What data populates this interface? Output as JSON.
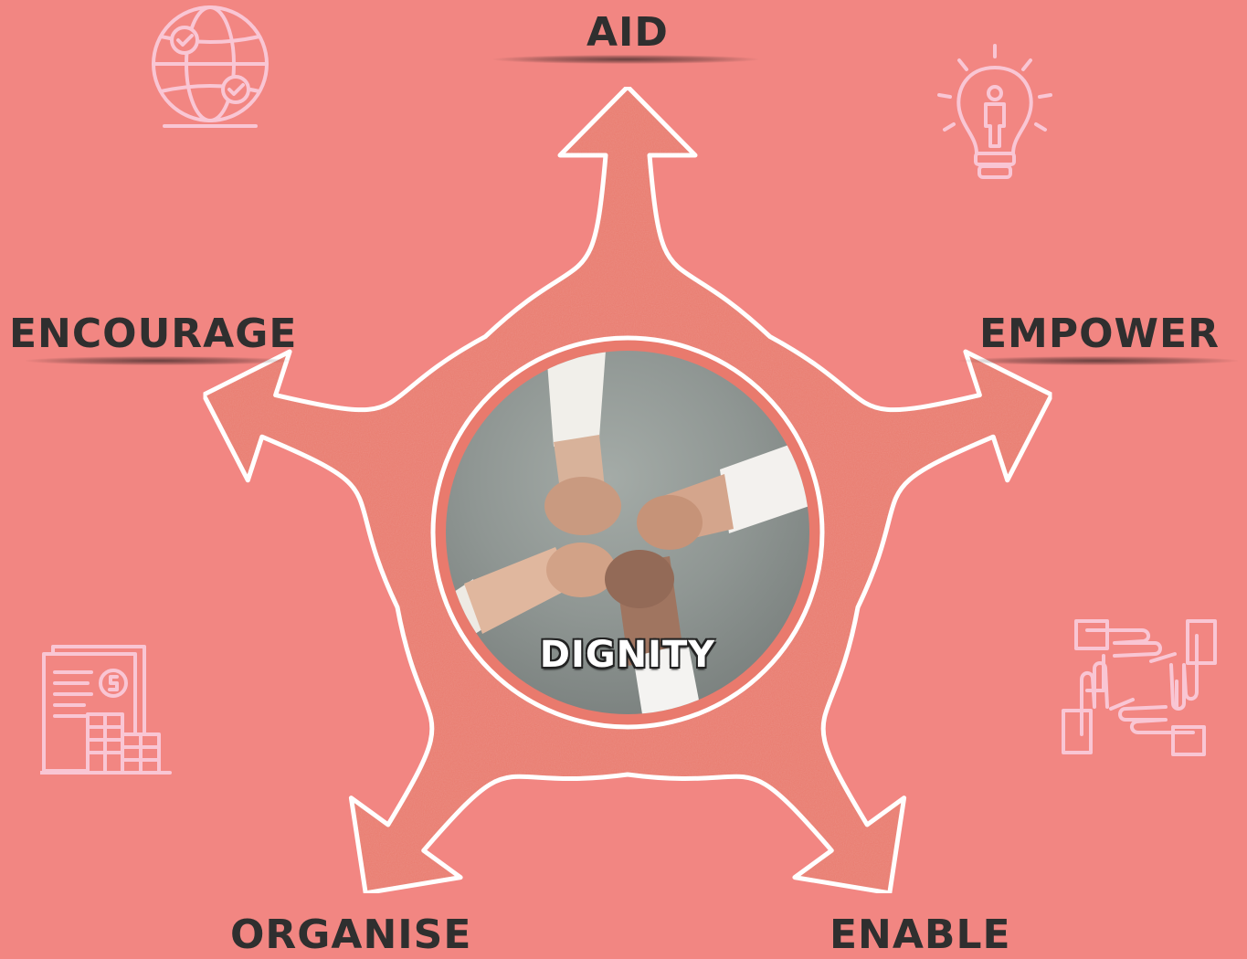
{
  "diagram": {
    "center": {
      "label": "DIGNITY"
    },
    "arms": [
      {
        "label": "AID"
      },
      {
        "label": "EMPOWER"
      },
      {
        "label": "ENABLE"
      },
      {
        "label": "ORGANISE"
      },
      {
        "label": "ENCOURAGE"
      }
    ]
  },
  "icons": [
    "globe-check-icon",
    "lightbulb-person-icon",
    "budget-document-icon",
    "joined-hands-icon"
  ],
  "colors": {
    "background": "#f28682",
    "star_fill": "#e97a6d",
    "outline": "#ffffff",
    "label_text": "#2f2f2f",
    "icon_stroke": "#f9c6d4"
  }
}
